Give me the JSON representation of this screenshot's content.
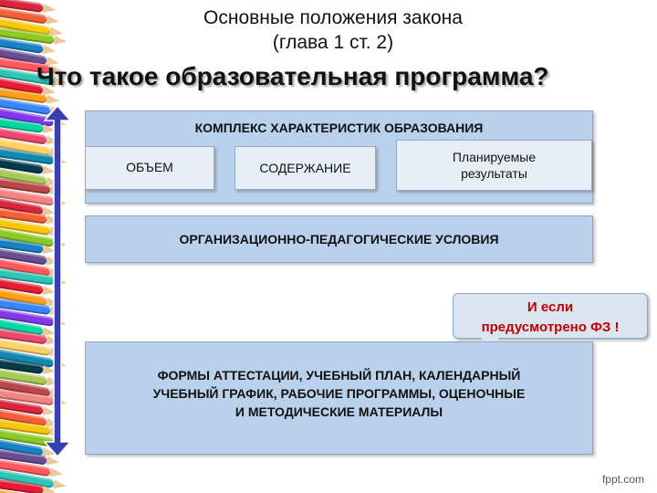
{
  "title_line1": "Основные положения закона",
  "title_line2": "(глава 1 ст. 2)",
  "main_title": "Что такое образовательная программа?",
  "complex_box": "КОМПЛЕКС ХАРАКТЕРИСТИК ОБРАЗОВАНИЯ",
  "volume_box": "ОБЪЕМ",
  "content_box": "СОДЕРЖАНИЕ",
  "results_box": "Планируемые результаты",
  "conditions_box": "ОРГАНИЗАЦИОННО-ПЕДАГОГИЧЕСКИЕ УСЛОВИЯ",
  "callout_line1": "И если",
  "callout_line2": "предусмотрено ФЗ !",
  "forms_line1": "ФОРМЫ АТТЕСТАЦИИ, УЧЕБНЫЙ ПЛАН, КАЛЕНДАРНЫЙ",
  "forms_line2": "УЧЕБНЫЙ ГРАФИК, РАБОЧИЕ ПРОГРАММЫ, ОЦЕНОЧНЫЕ",
  "forms_line3": "И МЕТОДИЧЕСКИЕ МАТЕРИАЛЫ",
  "footer": "fppt.com",
  "colors": {
    "box_fill": "#b9d1ea",
    "sub_box_fill": "#e8eef6",
    "callout_text": "#c00000",
    "arrow_fill": "#3a3fb0"
  }
}
